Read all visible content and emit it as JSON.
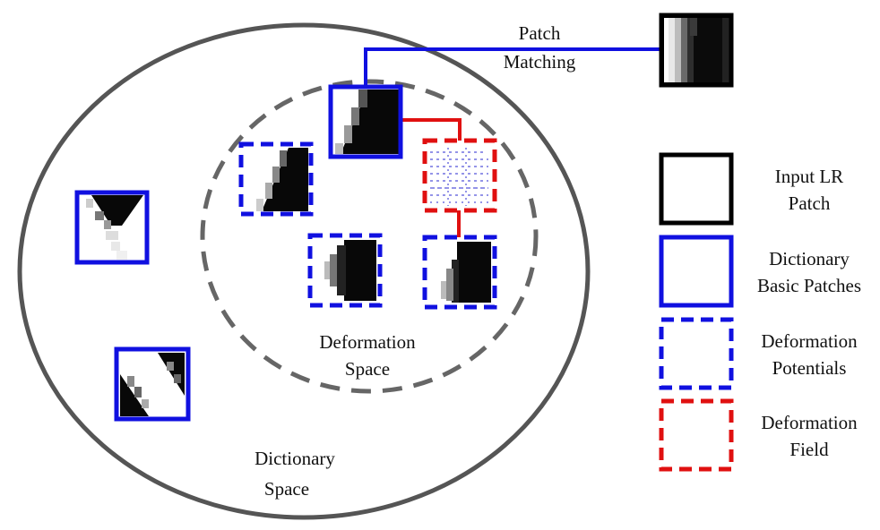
{
  "labels": {
    "patch_matching_1": "Patch",
    "patch_matching_2": "Matching",
    "deformation_space_1": "Deformation",
    "deformation_space_2": "Space",
    "dictionary_space_1": "Dictionary",
    "dictionary_space_2": "Space"
  },
  "legend": [
    {
      "line1": "Input LR",
      "line2": "Patch",
      "style": "solid",
      "color": "#000000"
    },
    {
      "line1": "Dictionary",
      "line2": "Basic Patches",
      "style": "solid",
      "color": "#1010e0"
    },
    {
      "line1": "Deformation",
      "line2": "Potentials",
      "style": "dashed",
      "color": "#1010e0"
    },
    {
      "line1": "Deformation",
      "line2": "Field",
      "style": "dashed",
      "color": "#e01010"
    }
  ],
  "colors": {
    "input_border": "#000000",
    "dictionary_border": "#1010e0",
    "field_border": "#e01010",
    "space_outline": "#555555",
    "deformation_outline": "#666666"
  }
}
